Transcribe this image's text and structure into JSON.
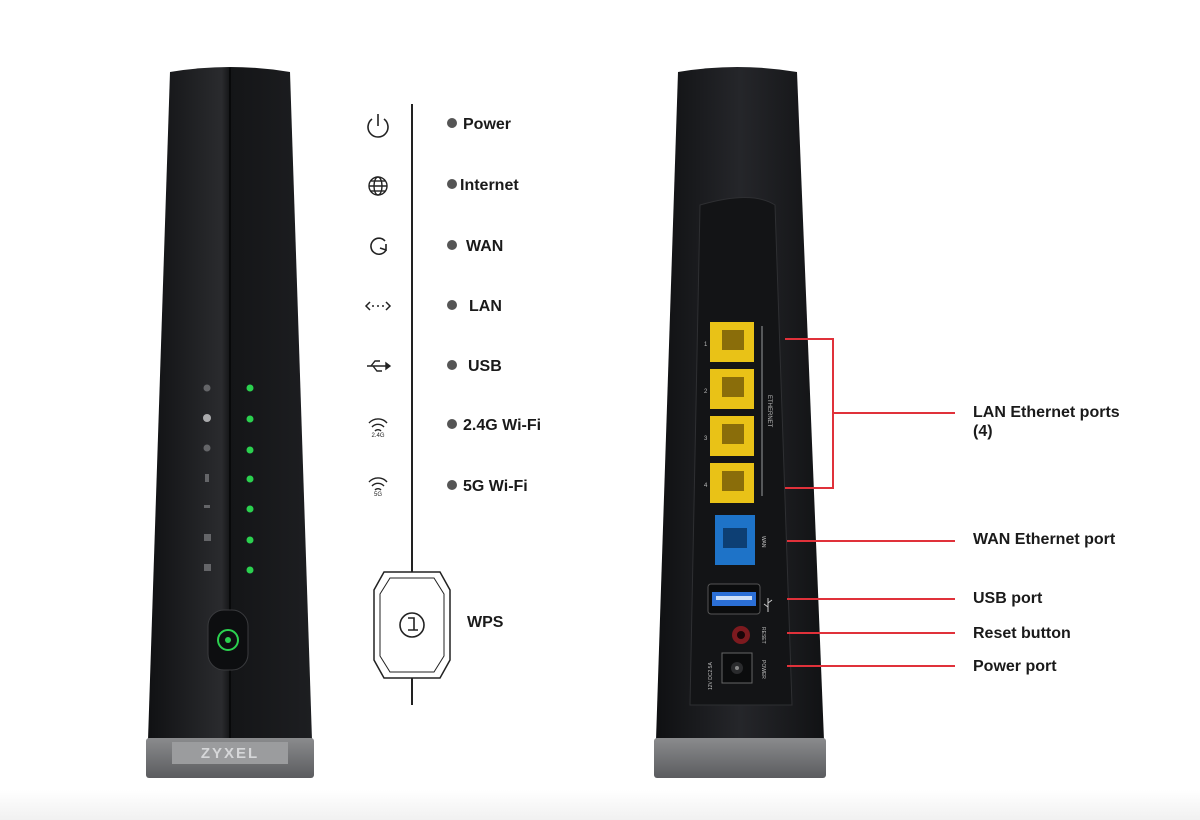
{
  "brand": "ZYXEL",
  "leds": [
    {
      "icon": "power-icon",
      "label": "Power"
    },
    {
      "icon": "globe-icon",
      "label": "Internet"
    },
    {
      "icon": "wan-icon",
      "label": "WAN"
    },
    {
      "icon": "lan-icon",
      "label": "LAN"
    },
    {
      "icon": "usb-icon",
      "label": "USB"
    },
    {
      "icon": "wifi-24g-icon",
      "label": "2.4G Wi-Fi"
    },
    {
      "icon": "wifi-5g-icon",
      "label": "5G Wi-Fi"
    }
  ],
  "wps": {
    "icon": "wps-button-icon",
    "label": "WPS"
  },
  "rear_ports": [
    {
      "label": "LAN Ethernet ports",
      "label_line2": "(4)"
    },
    {
      "label": "WAN Ethernet port"
    },
    {
      "label": "USB port"
    },
    {
      "label": "Reset button"
    },
    {
      "label": "Power port"
    }
  ],
  "rear_panel_marks": {
    "ethernet": "ETHERNET",
    "port_numbers": [
      "1",
      "2",
      "3",
      "4"
    ],
    "wan": "WAN",
    "reset": "RESET",
    "power": "POWER",
    "power_rating": "12V DC2.5A"
  },
  "colors": {
    "device_body": "#1c1d1f",
    "led_green": "#2bd14f",
    "lan_port": "#e9c217",
    "wan_port": "#1e73c8",
    "usb_port": "#2b6fd6",
    "callout_line": "#e0313a"
  }
}
